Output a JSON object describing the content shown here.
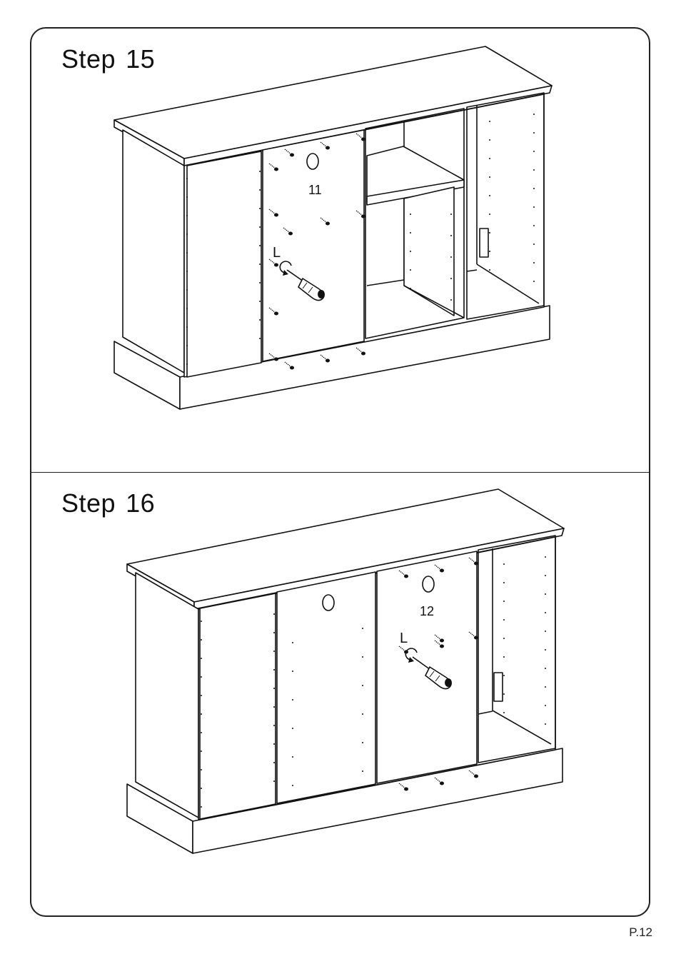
{
  "steps": [
    {
      "label": "Step",
      "number": "15",
      "part_number": "11",
      "screw_label": "L"
    },
    {
      "label": "Step",
      "number": "16",
      "part_number": "12",
      "screw_label": "L"
    }
  ],
  "footer": {
    "page_number": "P.12"
  },
  "icons": {
    "screw": "screw-icon",
    "screwdriver": "screwdriver-icon",
    "rotation_arrow": "rotation-arrow-icon"
  }
}
